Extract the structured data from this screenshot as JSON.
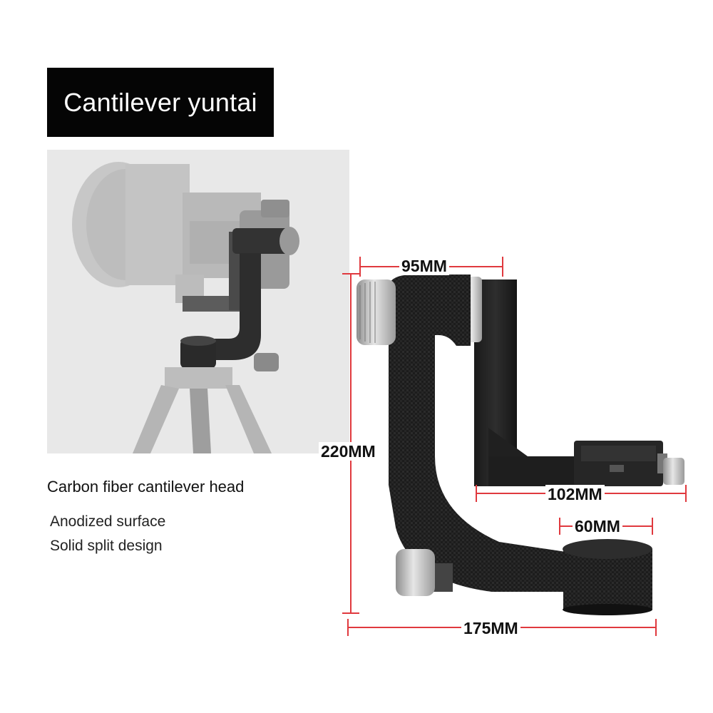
{
  "header": {
    "title": "Cantilever yuntai"
  },
  "description": {
    "heading": "Carbon fiber cantilever head",
    "features": [
      "Anodized surface",
      "Solid split design"
    ]
  },
  "dimensions": {
    "top_width": "95MM",
    "height": "220MM",
    "plate_length": "102MM",
    "base_diameter": "60MM",
    "total_width": "175MM"
  },
  "colors": {
    "banner_bg": "#050505",
    "dimension_line": "#e0393e",
    "carbon": "#1c1c1c",
    "knob": "#bdbdbd"
  }
}
